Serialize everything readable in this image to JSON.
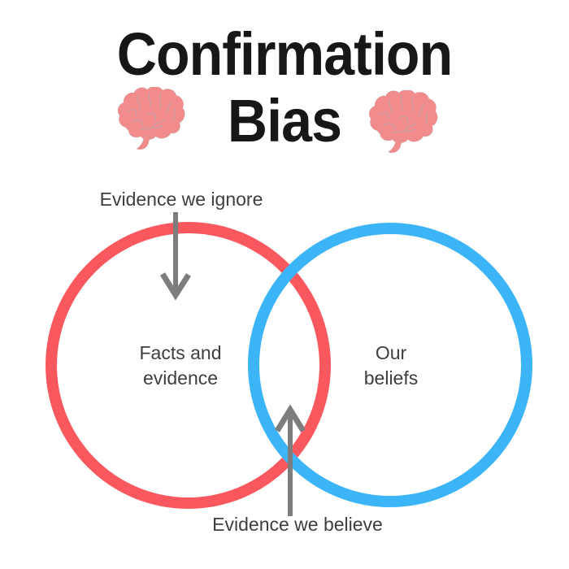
{
  "title": {
    "line1": "Confirmation",
    "line2": "Bias"
  },
  "annotations": {
    "top": "Evidence we ignore",
    "bottom": "Evidence we believe"
  },
  "circles": {
    "left": {
      "label_line1": "Facts and",
      "label_line2": "evidence",
      "stroke_color": "#f9595e"
    },
    "right": {
      "label_line1": "Our",
      "label_line2": "beliefs",
      "stroke_color": "#3cb4f8"
    }
  },
  "icons": {
    "header_left": "brain-icon",
    "header_right": "brain-icon",
    "top_arrow": "arrow-down-icon",
    "bottom_arrow": "arrow-up-icon"
  },
  "colors": {
    "red-circle": "#f9595e",
    "blue-circle": "#3cb4f8",
    "arrow-gray": "#7d7d7d",
    "title-color": "#171717",
    "label-gray": "#3e3e3e",
    "brain-fill": "#f28b8b",
    "brain-line": "#9fb3c0",
    "background": "#ffffff"
  }
}
